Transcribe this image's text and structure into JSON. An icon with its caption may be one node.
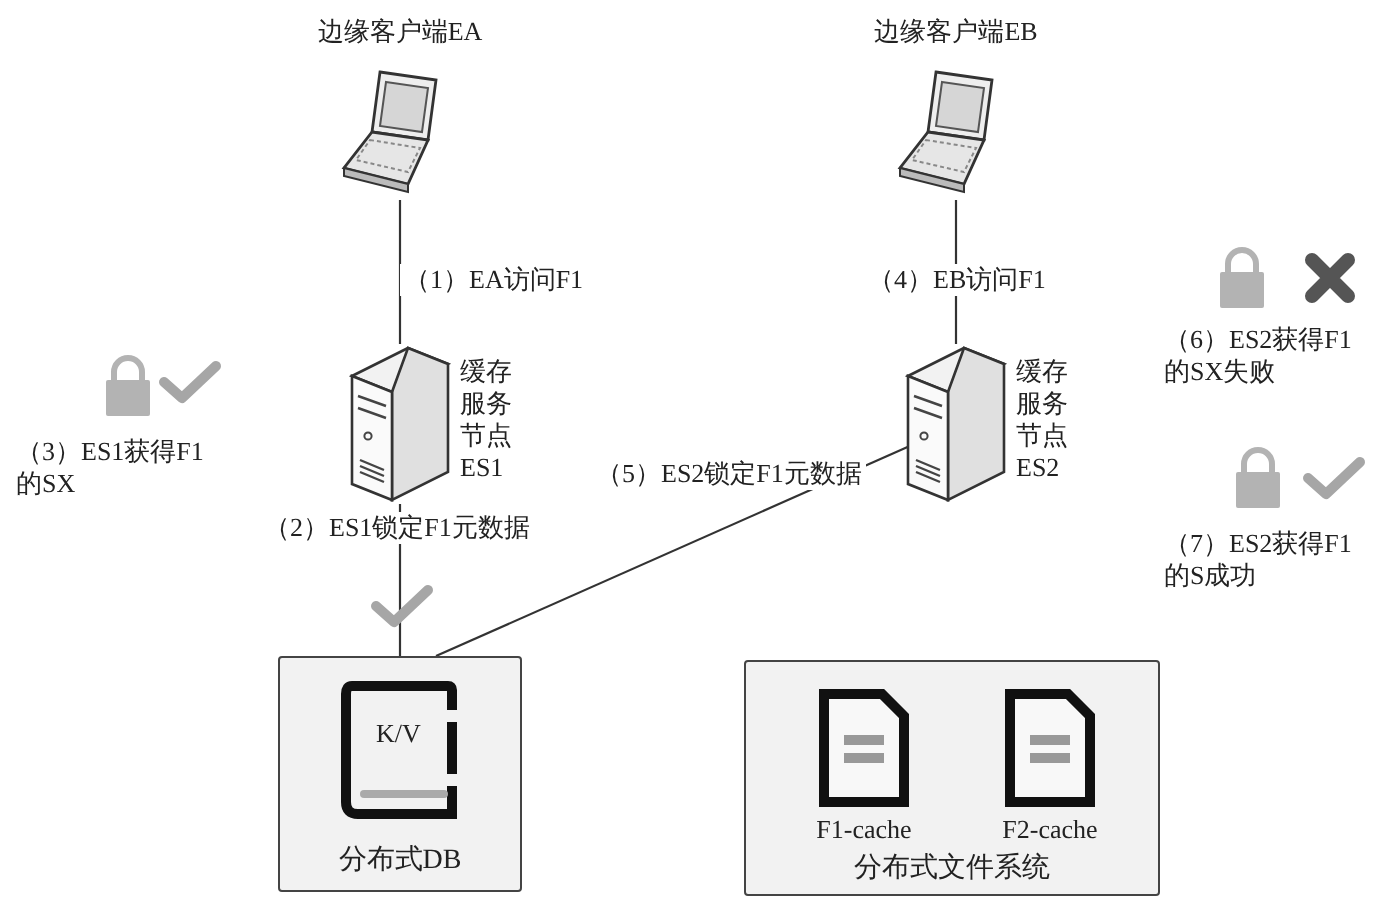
{
  "diagram": {
    "nodes": [
      {
        "text": [
          "边缘客户端EA"
        ]
      },
      {
        "text": [
          "缓存服务节点ES1"
        ]
      },
      {
        "text": [
          "边缘客户端EB"
        ]
      },
      {
        "text": [
          "缓存服务节点ES2"
        ]
      },
      {
        "text": [
          "K/V",
          "分布式DB"
        ]
      },
      {
        "text": [
          "分布式文件系统"
        ]
      },
      {
        "text": [
          "F1-cache"
        ],
        "in": 5
      },
      {
        "text": [
          "F2-cache"
        ],
        "in": 5
      }
    ],
    "edges": [
      {
        "from": 0,
        "to": 1,
        "arrow": "none",
        "label": "（1）EA访问F1"
      },
      {
        "from": 1,
        "to": 4,
        "arrow": "none",
        "label": "（2）ES1锁定F1元数据"
      },
      {
        "from": 2,
        "to": 3,
        "arrow": "none",
        "label": "（4）EB访问F1"
      },
      {
        "from": 3,
        "to": 4,
        "arrow": "none",
        "label": "（5）ES2锁定F1元数据"
      }
    ],
    "labels": [
      "（3）ES1获得F1的SX",
      "（6）ES2获得F1的SX失败",
      "（7）ES2获得F1的S成功"
    ]
  }
}
